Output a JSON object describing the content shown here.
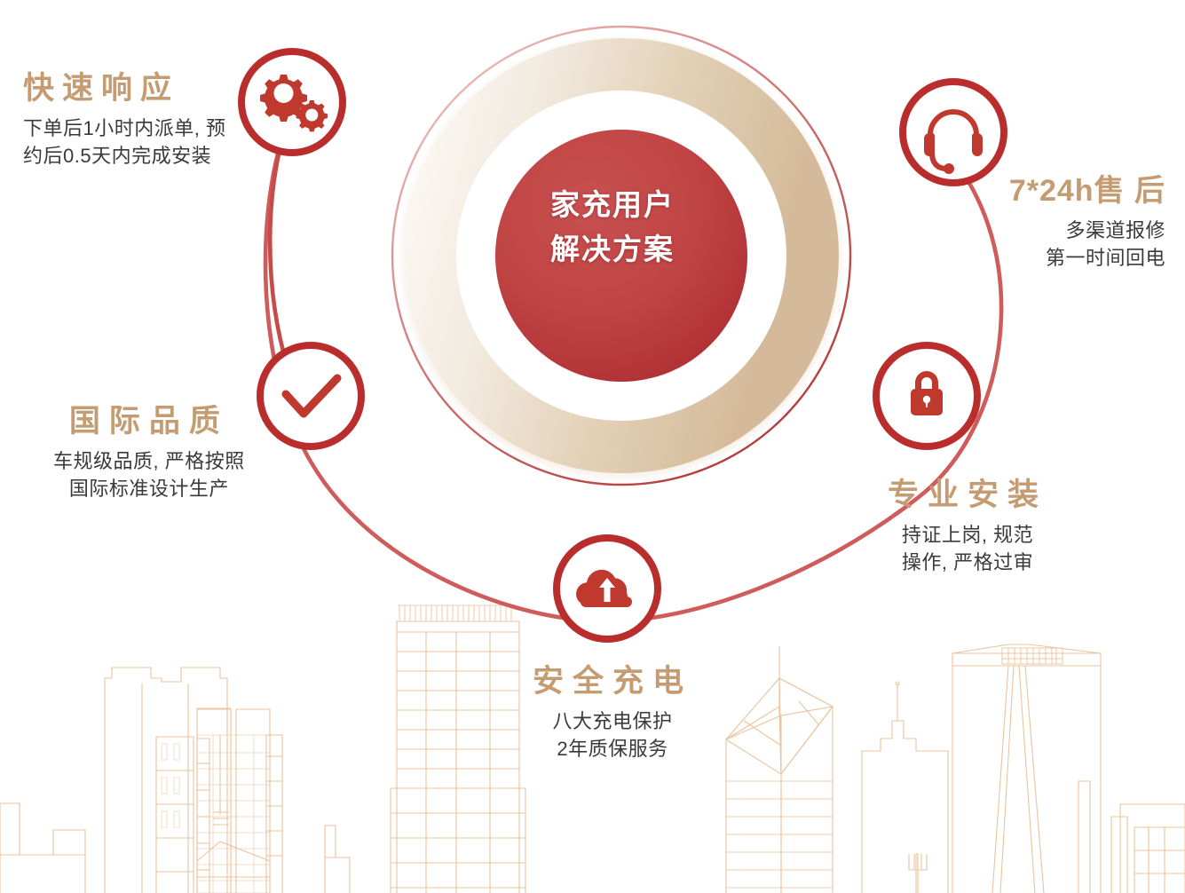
{
  "center": {
    "line1": "家充用户",
    "line2": "解决方案",
    "fill_color": "#bc3c3e",
    "text_color": "#ffffff"
  },
  "theme": {
    "accent_red": "#b52b2b",
    "node_ring": "#ba2d2d",
    "connector": "#cf5b5b",
    "title_tan": "#c59b72",
    "desc_gray": "#3a3a3a",
    "ring_beige": "#d6bda0",
    "skyline": "#e8b98d"
  },
  "nodes": [
    {
      "id": "fast-response",
      "icon": "gears-icon",
      "title": "快速响应",
      "desc_line1": "下单后1小时内派单, 预",
      "desc_line2": "约后0.5天内完成安装"
    },
    {
      "id": "after-sales",
      "icon": "headset-icon",
      "title": "7*24h售 后",
      "desc_line1": "多渠道报修",
      "desc_line2": "第一时间回电"
    },
    {
      "id": "international-quality",
      "icon": "check-icon",
      "title": "国际品质",
      "desc_line1": "车规级品质, 严格按照",
      "desc_line2": "国际标准设计生产"
    },
    {
      "id": "professional-installation",
      "icon": "lock-icon",
      "title": "专业安装",
      "desc_line1": "持证上岗, 规范",
      "desc_line2": "操作, 严格过审"
    },
    {
      "id": "safe-charging",
      "icon": "cloud-upload-icon",
      "title": "安全充电",
      "desc_line1": "八大充电保护",
      "desc_line2": "2年质保服务"
    }
  ]
}
